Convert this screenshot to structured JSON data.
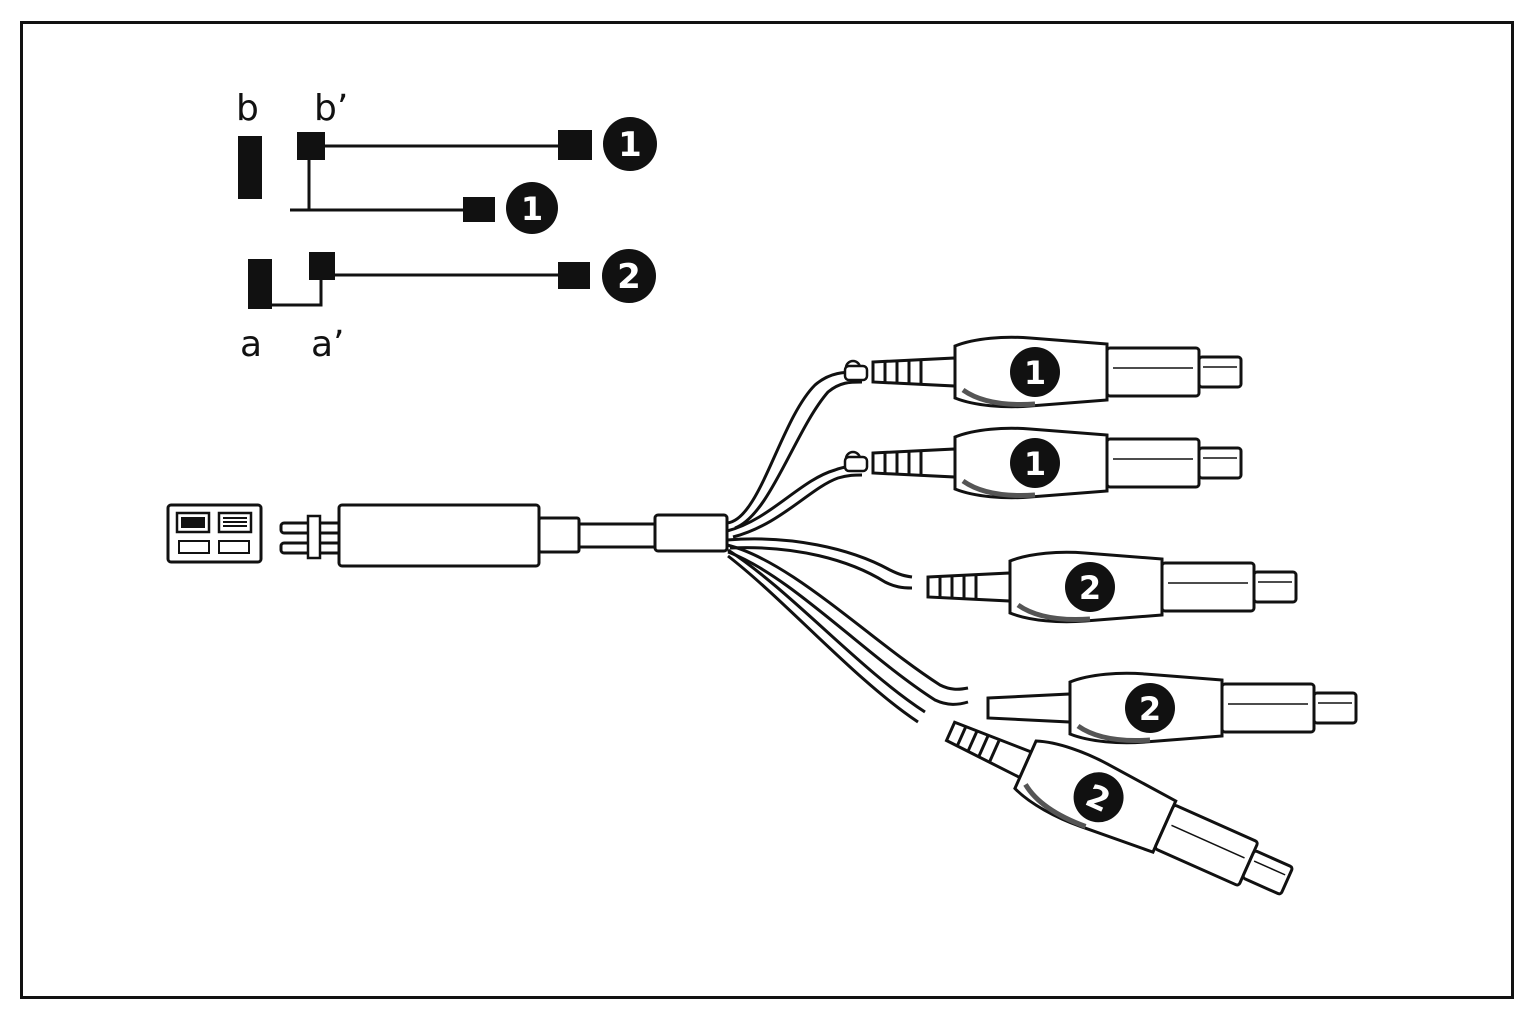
{
  "schematic": {
    "labels": {
      "b": "b",
      "b_prime": "b’",
      "a": "a",
      "a_prime": "a’"
    },
    "badges": {
      "top_line": "1",
      "middle_line": "1",
      "bottom_line": "2"
    }
  },
  "harness": {
    "plugs": [
      {
        "label": "1"
      },
      {
        "label": "1"
      },
      {
        "label": "2"
      },
      {
        "label": "2"
      },
      {
        "label": "2"
      }
    ]
  },
  "colors": {
    "ink": "#111111",
    "paper": "#ffffff",
    "shade": "#555555"
  }
}
